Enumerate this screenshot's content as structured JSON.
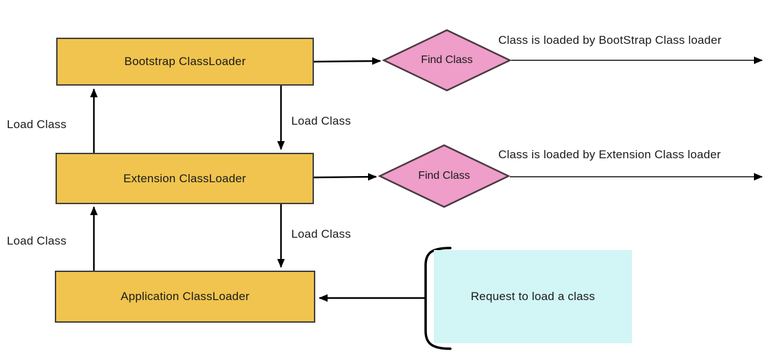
{
  "nodes": {
    "bootstrap": {
      "label": "Bootstrap ClassLoader"
    },
    "extension": {
      "label": "Extension ClassLoader"
    },
    "application": {
      "label": "Application ClassLoader"
    },
    "find_class_1": {
      "label": "Find Class"
    },
    "find_class_2": {
      "label": "Find Class"
    },
    "request": {
      "label": "Request to load a class"
    }
  },
  "edge_labels": {
    "up1": "Load Class",
    "down1": "Load Class",
    "up2": "Load Class",
    "down2": "Load Class"
  },
  "annotations": {
    "bootstrap_result": "Class is loaded by BootStrap Class loader",
    "extension_result": "Class is loaded by Extension Class loader"
  },
  "colors": {
    "box_fill": "#F0C44E",
    "box_border": "#3F3F3F",
    "diamond_fill": "#EE9EC8",
    "diamond_border": "#4A3A42",
    "request_fill": "#D2F5F6",
    "arrow": "#000000"
  }
}
